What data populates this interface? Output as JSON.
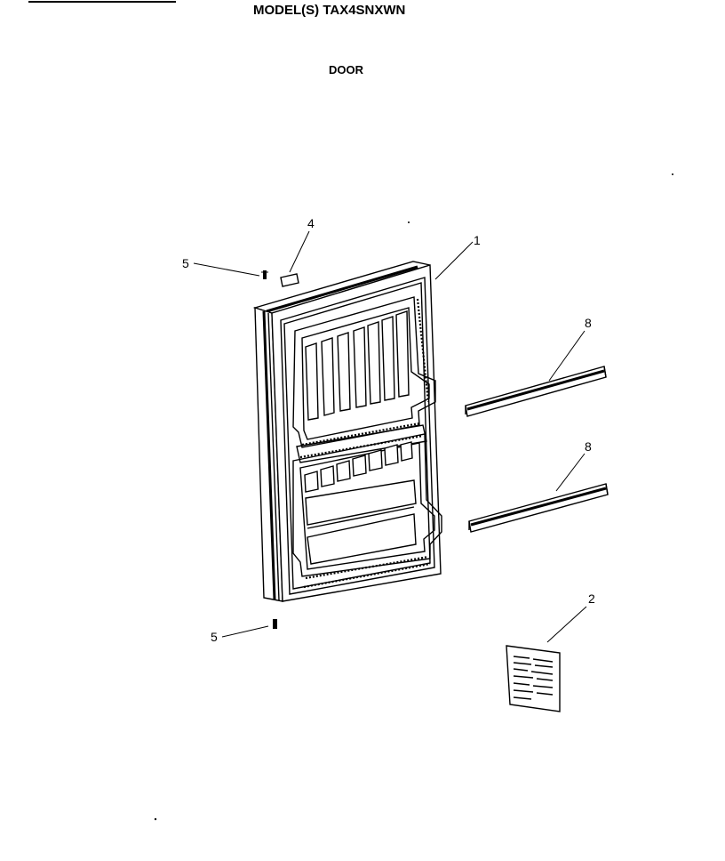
{
  "header": {
    "model_title": "MODEL(S) TAX4SNXWN",
    "section_title": "DOOR"
  },
  "callouts": {
    "door_assembly": "1",
    "label_plate": "2",
    "clip": "4",
    "screw_top": "5",
    "screw_bottom": "5",
    "shelf_rail_upper": "8",
    "shelf_rail_lower": "8"
  }
}
